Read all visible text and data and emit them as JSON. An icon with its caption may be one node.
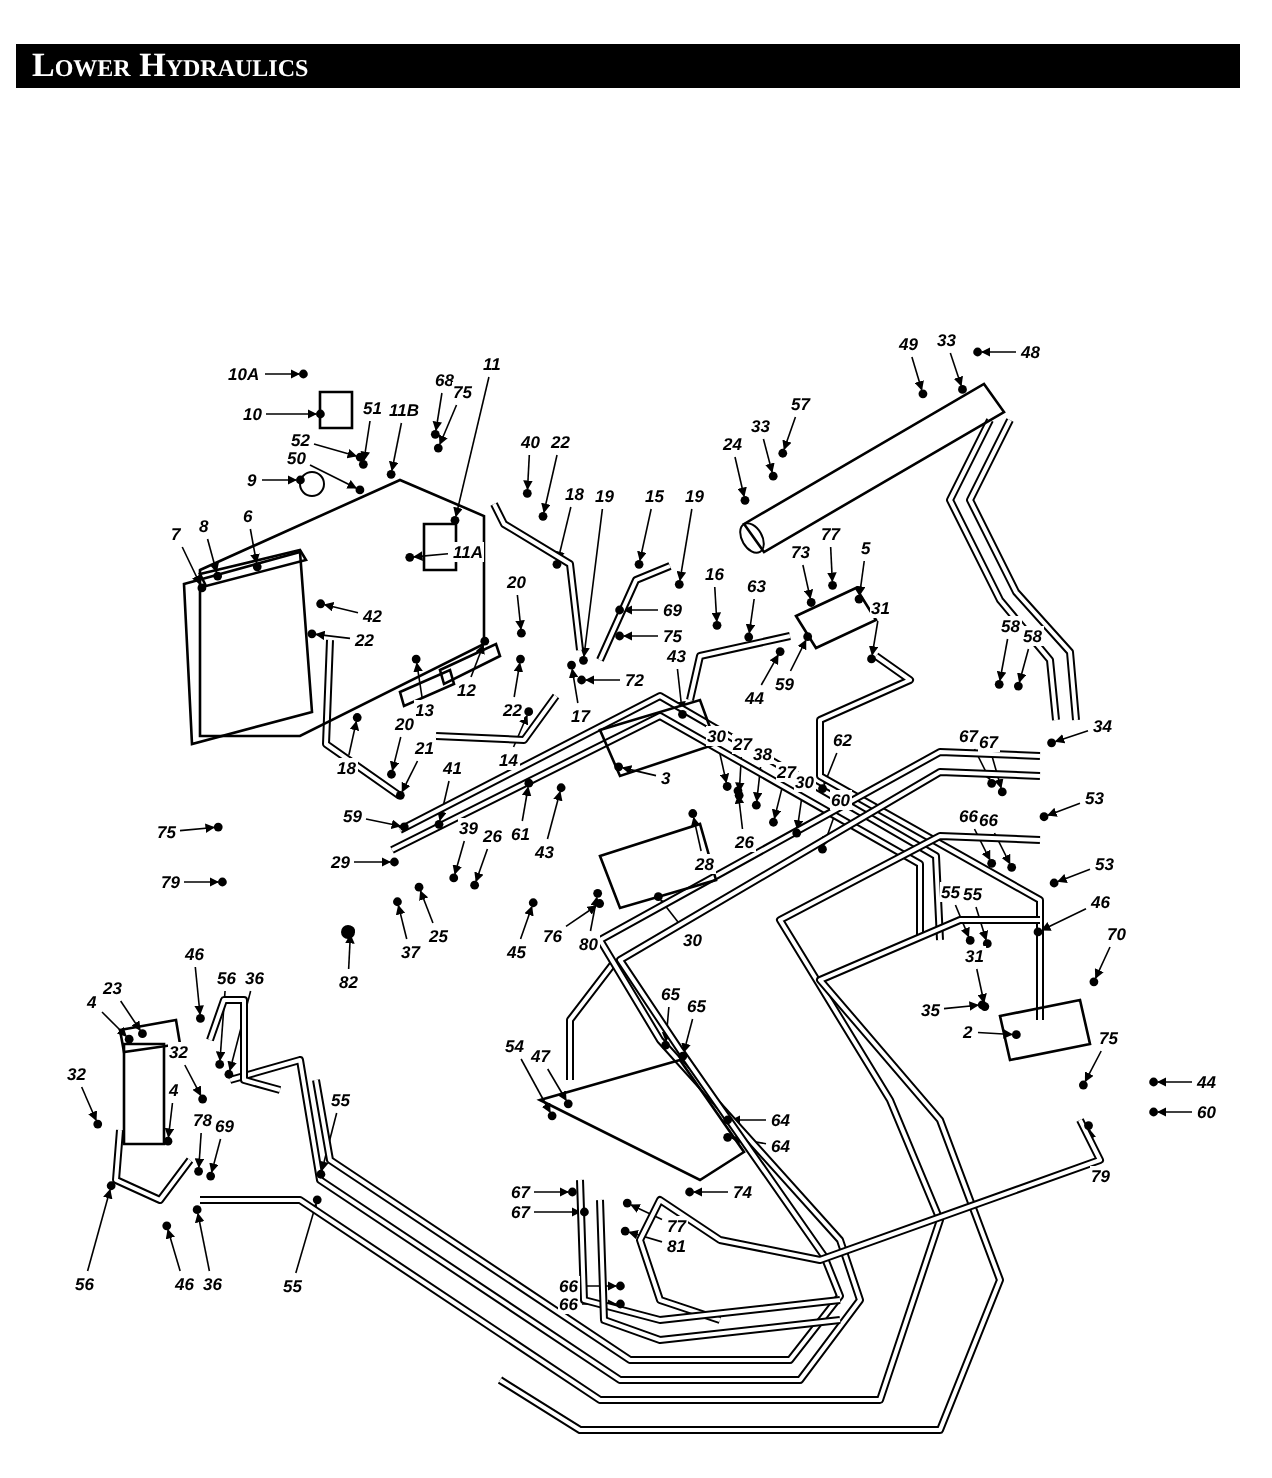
{
  "diagram": {
    "title": "Lower Hydraulics",
    "nodes": [
      {
        "text": [
          "10A"
        ]
      },
      {
        "text": [
          "10"
        ]
      },
      {
        "text": [
          "51"
        ]
      },
      {
        "text": [
          "11B"
        ]
      },
      {
        "text": [
          "68"
        ]
      },
      {
        "text": [
          "75"
        ]
      },
      {
        "text": [
          "11"
        ]
      },
      {
        "text": [
          "52"
        ]
      },
      {
        "text": [
          "50"
        ]
      },
      {
        "text": [
          "9"
        ]
      },
      {
        "text": [
          "40"
        ]
      },
      {
        "text": [
          "22"
        ]
      },
      {
        "text": [
          "18"
        ]
      },
      {
        "text": [
          "19"
        ]
      },
      {
        "text": [
          "15"
        ]
      },
      {
        "text": [
          "19"
        ]
      },
      {
        "text": [
          "7"
        ]
      },
      {
        "text": [
          "8"
        ]
      },
      {
        "text": [
          "6"
        ]
      },
      {
        "text": [
          "11A"
        ]
      },
      {
        "text": [
          "20"
        ]
      },
      {
        "text": [
          "42"
        ]
      },
      {
        "text": [
          "22"
        ]
      },
      {
        "text": [
          "12"
        ]
      },
      {
        "text": [
          "13"
        ]
      },
      {
        "text": [
          "22"
        ]
      },
      {
        "text": [
          "14"
        ]
      },
      {
        "text": [
          "17"
        ]
      },
      {
        "text": [
          "20"
        ]
      },
      {
        "text": [
          "21"
        ]
      },
      {
        "text": [
          "18"
        ]
      },
      {
        "text": [
          "41"
        ]
      },
      {
        "text": [
          "59"
        ]
      },
      {
        "text": [
          "39"
        ]
      },
      {
        "text": [
          "26"
        ]
      },
      {
        "text": [
          "61"
        ]
      },
      {
        "text": [
          "43"
        ]
      },
      {
        "text": [
          "29"
        ]
      },
      {
        "text": [
          "25"
        ]
      },
      {
        "text": [
          "37"
        ]
      },
      {
        "text": [
          "82"
        ]
      },
      {
        "text": [
          "45"
        ]
      },
      {
        "text": [
          "72"
        ]
      },
      {
        "text": [
          "69"
        ]
      },
      {
        "text": [
          "75"
        ]
      },
      {
        "text": [
          "43"
        ]
      },
      {
        "text": [
          "63"
        ]
      },
      {
        "text": [
          "16"
        ]
      },
      {
        "text": [
          "24"
        ]
      },
      {
        "text": [
          "33"
        ]
      },
      {
        "text": [
          "57"
        ]
      },
      {
        "text": [
          "49"
        ]
      },
      {
        "text": [
          "33"
        ]
      },
      {
        "text": [
          "48"
        ]
      },
      {
        "text": [
          "73"
        ]
      },
      {
        "text": [
          "77"
        ]
      },
      {
        "text": [
          "5"
        ]
      },
      {
        "text": [
          "31"
        ]
      },
      {
        "text": [
          "44"
        ]
      },
      {
        "text": [
          "59"
        ]
      },
      {
        "text": [
          "30"
        ]
      },
      {
        "text": [
          "27"
        ]
      },
      {
        "text": [
          "38"
        ]
      },
      {
        "text": [
          "3"
        ]
      },
      {
        "text": [
          "27"
        ]
      },
      {
        "text": [
          "30"
        ]
      },
      {
        "text": [
          "26"
        ]
      },
      {
        "text": [
          "28"
        ]
      },
      {
        "text": [
          "60"
        ]
      },
      {
        "text": [
          "62"
        ]
      },
      {
        "text": [
          "76"
        ]
      },
      {
        "text": [
          "80"
        ]
      },
      {
        "text": [
          "30"
        ]
      },
      {
        "text": [
          "58"
        ]
      },
      {
        "text": [
          "58"
        ]
      },
      {
        "text": [
          "34"
        ]
      },
      {
        "text": [
          "53"
        ]
      },
      {
        "text": [
          "53"
        ]
      },
      {
        "text": [
          "67"
        ]
      },
      {
        "text": [
          "67"
        ]
      },
      {
        "text": [
          "66"
        ]
      },
      {
        "text": [
          "66"
        ]
      },
      {
        "text": [
          "55"
        ]
      },
      {
        "text": [
          "55"
        ]
      },
      {
        "text": [
          "46"
        ]
      },
      {
        "text": [
          "70"
        ]
      },
      {
        "text": [
          "31"
        ]
      },
      {
        "text": [
          "35"
        ]
      },
      {
        "text": [
          "2"
        ]
      },
      {
        "text": [
          "75"
        ]
      },
      {
        "text": [
          "44"
        ]
      },
      {
        "text": [
          "60"
        ]
      },
      {
        "text": [
          "79"
        ]
      },
      {
        "text": [
          "65"
        ]
      },
      {
        "text": [
          "65"
        ]
      },
      {
        "text": [
          "54"
        ]
      },
      {
        "text": [
          "47"
        ]
      },
      {
        "text": [
          "64"
        ]
      },
      {
        "text": [
          "64"
        ]
      },
      {
        "text": [
          "67"
        ]
      },
      {
        "text": [
          "67"
        ]
      },
      {
        "text": [
          "74"
        ]
      },
      {
        "text": [
          "77"
        ]
      },
      {
        "text": [
          "81"
        ]
      },
      {
        "text": [
          "66"
        ]
      },
      {
        "text": [
          "66"
        ]
      },
      {
        "text": [
          "23"
        ]
      },
      {
        "text": [
          "4"
        ]
      },
      {
        "text": [
          "46"
        ]
      },
      {
        "text": [
          "56"
        ]
      },
      {
        "text": [
          "36"
        ]
      },
      {
        "text": [
          "32"
        ]
      },
      {
        "text": [
          "32"
        ]
      },
      {
        "text": [
          "4"
        ]
      },
      {
        "text": [
          "78"
        ]
      },
      {
        "text": [
          "69"
        ]
      },
      {
        "text": [
          "55"
        ]
      },
      {
        "text": [
          "56"
        ]
      },
      {
        "text": [
          "46"
        ]
      },
      {
        "text": [
          "36"
        ]
      },
      {
        "text": [
          "55"
        ]
      },
      {
        "text": [
          "75"
        ]
      },
      {
        "text": [
          "79"
        ]
      },
      {
        "text": [],
        "shape": "circle"
      },
      {
        "text": [],
        "shape": "circle"
      },
      {
        "text": [],
        "shape": "circle"
      },
      {
        "text": [],
        "shape": "circle"
      },
      {
        "text": [],
        "shape": "circle"
      },
      {
        "text": [],
        "shape": "circle"
      },
      {
        "text": [],
        "shape": "circle"
      },
      {
        "text": [],
        "shape": "circle"
      },
      {
        "text": [],
        "shape": "circle"
      },
      {
        "text": [],
        "shape": "circle"
      },
      {
        "text": [],
        "shape": "circle"
      },
      {
        "text": [],
        "shape": "circle"
      },
      {
        "text": [],
        "shape": "circle"
      },
      {
        "text": [],
        "shape": "circle"
      },
      {
        "text": [],
        "shape": "circle"
      },
      {
        "text": [],
        "shape": "circle"
      },
      {
        "text": [],
        "shape": "circle"
      },
      {
        "text": [],
        "shape": "circle"
      },
      {
        "text": [],
        "shape": "circle"
      },
      {
        "text": [],
        "shape": "circle"
      },
      {
        "text": [],
        "shape": "circle"
      },
      {
        "text": [],
        "shape": "circle"
      },
      {
        "text": [],
        "shape": "circle"
      },
      {
        "text": [],
        "shape": "circle"
      },
      {
        "text": [],
        "shape": "circle"
      },
      {
        "text": [],
        "shape": "circle"
      },
      {
        "text": [],
        "shape": "circle"
      },
      {
        "text": [],
        "shape": "circle"
      },
      {
        "text": [],
        "shape": "circle"
      },
      {
        "text": [],
        "shape": "circle"
      },
      {
        "text": [],
        "shape": "circle"
      },
      {
        "text": [],
        "shape": "circle"
      },
      {
        "text": [],
        "shape": "circle"
      },
      {
        "text": [],
        "shape": "circle"
      },
      {
        "text": [],
        "shape": "circle"
      },
      {
        "text": [],
        "shape": "circle"
      },
      {
        "text": [],
        "shape": "circle"
      },
      {
        "text": [],
        "shape": "circle"
      },
      {
        "text": [],
        "shape": "circle"
      },
      {
        "text": [],
        "shape": "circle"
      },
      {
        "text": [],
        "shape": "circle"
      },
      {
        "text": [],
        "shape": "circle"
      },
      {
        "text": [],
        "shape": "circle"
      },
      {
        "text": [],
        "shape": "circle"
      },
      {
        "text": [],
        "shape": "circle"
      },
      {
        "text": [],
        "shape": "circle"
      },
      {
        "text": [],
        "shape": "circle"
      },
      {
        "text": [],
        "shape": "circle"
      },
      {
        "text": [],
        "shape": "circle"
      },
      {
        "text": [],
        "shape": "circle"
      },
      {
        "text": [],
        "shape": "circle"
      },
      {
        "text": [],
        "shape": "circle"
      },
      {
        "text": [],
        "shape": "circle"
      },
      {
        "text": [],
        "shape": "circle"
      },
      {
        "text": [],
        "shape": "circle"
      },
      {
        "text": [],
        "shape": "circle"
      },
      {
        "text": [],
        "shape": "circle"
      },
      {
        "text": [],
        "shape": "circle"
      },
      {
        "text": [],
        "shape": "circle"
      },
      {
        "text": [],
        "shape": "circle"
      },
      {
        "text": [],
        "shape": "circle"
      },
      {
        "text": [],
        "shape": "circle"
      },
      {
        "text": [],
        "shape": "circle"
      },
      {
        "text": [],
        "shape": "circle"
      },
      {
        "text": [],
        "shape": "circle"
      },
      {
        "text": [],
        "shape": "circle"
      },
      {
        "text": [],
        "shape": "circle"
      },
      {
        "text": [],
        "shape": "circle"
      },
      {
        "text": [],
        "shape": "circle"
      },
      {
        "text": [],
        "shape": "circle"
      },
      {
        "text": [],
        "shape": "circle"
      },
      {
        "text": [],
        "shape": "circle"
      },
      {
        "text": [],
        "shape": "circle"
      },
      {
        "text": [],
        "shape": "circle"
      },
      {
        "text": [],
        "shape": "circle"
      },
      {
        "text": [],
        "shape": "circle"
      },
      {
        "text": [],
        "shape": "circle"
      },
      {
        "text": [],
        "shape": "circle"
      },
      {
        "text": [],
        "shape": "circle"
      },
      {
        "text": [],
        "shape": "circle"
      },
      {
        "text": [],
        "shape": "circle"
      },
      {
        "text": [],
        "shape": "circle"
      },
      {
        "text": [],
        "shape": "circle"
      },
      {
        "text": [],
        "shape": "circle"
      },
      {
        "text": [],
        "shape": "circle"
      },
      {
        "text": [],
        "shape": "circle"
      },
      {
        "text": [],
        "shape": "circle"
      },
      {
        "text": [],
        "shape": "circle"
      },
      {
        "text": [],
        "shape": "circle"
      },
      {
        "text": [],
        "shape": "circle"
      },
      {
        "text": [],
        "shape": "circle"
      },
      {
        "text": [],
        "shape": "circle"
      },
      {
        "text": [],
        "shape": "circle"
      },
      {
        "text": [],
        "shape": "circle"
      },
      {
        "text": [],
        "shape": "circle"
      },
      {
        "text": [],
        "shape": "circle"
      },
      {
        "text": [],
        "shape": "circle"
      },
      {
        "text": [],
        "shape": "circle"
      },
      {
        "text": [],
        "shape": "circle"
      },
      {
        "text": [],
        "shape": "circle"
      },
      {
        "text": [],
        "shape": "circle"
      },
      {
        "text": [],
        "shape": "circle"
      },
      {
        "text": [],
        "shape": "circle"
      },
      {
        "text": [],
        "shape": "circle"
      },
      {
        "text": [],
        "shape": "circle"
      },
      {
        "text": [],
        "shape": "circle"
      },
      {
        "text": [],
        "shape": "circle"
      },
      {
        "text": [],
        "shape": "circle"
      },
      {
        "text": [],
        "shape": "circle"
      },
      {
        "text": [],
        "shape": "circle"
      },
      {
        "text": [],
        "shape": "circle"
      },
      {
        "text": [],
        "shape": "circle"
      },
      {
        "text": [],
        "shape": "circle"
      },
      {
        "text": [],
        "shape": "circle"
      },
      {
        "text": [],
        "shape": "circle"
      },
      {
        "text": [],
        "shape": "circle"
      },
      {
        "text": [],
        "shape": "circle"
      },
      {
        "text": [],
        "shape": "circle"
      },
      {
        "text": [],
        "shape": "circle"
      },
      {
        "text": [],
        "shape": "circle"
      },
      {
        "text": [],
        "shape": "circle"
      },
      {
        "text": [],
        "shape": "circle"
      },
      {
        "text": [],
        "shape": "circle"
      }
    ],
    "edges": [
      {
        "from": 0,
        "to": 123,
        "arrow": "to"
      },
      {
        "from": 1,
        "to": 124,
        "arrow": "to"
      },
      {
        "from": 2,
        "to": 125,
        "arrow": "to"
      },
      {
        "from": 3,
        "to": 126,
        "arrow": "to"
      },
      {
        "from": 4,
        "to": 127,
        "arrow": "to"
      },
      {
        "from": 5,
        "to": 128,
        "arrow": "to"
      },
      {
        "from": 6,
        "to": 129,
        "arrow": "to"
      },
      {
        "from": 7,
        "to": 130,
        "arrow": "to"
      },
      {
        "from": 8,
        "to": 131,
        "arrow": "to"
      },
      {
        "from": 9,
        "to": 132,
        "arrow": "to"
      },
      {
        "from": 10,
        "to": 133,
        "arrow": "to"
      },
      {
        "from": 11,
        "to": 134,
        "arrow": "to"
      },
      {
        "from": 12,
        "to": 135,
        "arrow": "to"
      },
      {
        "from": 13,
        "to": 136,
        "arrow": "to"
      },
      {
        "from": 14,
        "to": 137,
        "arrow": "to"
      },
      {
        "from": 15,
        "to": 138,
        "arrow": "to"
      },
      {
        "from": 16,
        "to": 139,
        "arrow": "to"
      },
      {
        "from": 17,
        "to": 140,
        "arrow": "to"
      },
      {
        "from": 18,
        "to": 141,
        "arrow": "to"
      },
      {
        "from": 19,
        "to": 142,
        "arrow": "to"
      },
      {
        "from": 20,
        "to": 143,
        "arrow": "to"
      },
      {
        "from": 21,
        "to": 144,
        "arrow": "to"
      },
      {
        "from": 22,
        "to": 145,
        "arrow": "to"
      },
      {
        "from": 23,
        "to": 146,
        "arrow": "to"
      },
      {
        "from": 24,
        "to": 147,
        "arrow": "to"
      },
      {
        "from": 25,
        "to": 148,
        "arrow": "to"
      },
      {
        "from": 26,
        "to": 149,
        "arrow": "to"
      },
      {
        "from": 27,
        "to": 150,
        "arrow": "to"
      },
      {
        "from": 28,
        "to": 151,
        "arrow": "to"
      },
      {
        "from": 29,
        "to": 152,
        "arrow": "to"
      },
      {
        "from": 30,
        "to": 153,
        "arrow": "to"
      },
      {
        "from": 31,
        "to": 154,
        "arrow": "to"
      },
      {
        "from": 32,
        "to": 155,
        "arrow": "to"
      },
      {
        "from": 33,
        "to": 156,
        "arrow": "to"
      },
      {
        "from": 34,
        "to": 157,
        "arrow": "to"
      },
      {
        "from": 35,
        "to": 158,
        "arrow": "to"
      },
      {
        "from": 36,
        "to": 159,
        "arrow": "to"
      },
      {
        "from": 37,
        "to": 160,
        "arrow": "to"
      },
      {
        "from": 38,
        "to": 161,
        "arrow": "to"
      },
      {
        "from": 39,
        "to": 162,
        "arrow": "to"
      },
      {
        "from": 40,
        "to": 163,
        "arrow": "to"
      },
      {
        "from": 41,
        "to": 164,
        "arrow": "to"
      },
      {
        "from": 42,
        "to": 165,
        "arrow": "to"
      },
      {
        "from": 43,
        "to": 166,
        "arrow": "to"
      },
      {
        "from": 44,
        "to": 167,
        "arrow": "to"
      },
      {
        "from": 45,
        "to": 168,
        "arrow": "to"
      },
      {
        "from": 46,
        "to": 169,
        "arrow": "to"
      },
      {
        "from": 47,
        "to": 170,
        "arrow": "to"
      },
      {
        "from": 48,
        "to": 171,
        "arrow": "to"
      },
      {
        "from": 49,
        "to": 172,
        "arrow": "to"
      },
      {
        "from": 50,
        "to": 173,
        "arrow": "to"
      },
      {
        "from": 51,
        "to": 174,
        "arrow": "to"
      },
      {
        "from": 52,
        "to": 175,
        "arrow": "to"
      },
      {
        "from": 53,
        "to": 176,
        "arrow": "to"
      },
      {
        "from": 54,
        "to": 177,
        "arrow": "to"
      },
      {
        "from": 55,
        "to": 178,
        "arrow": "to"
      },
      {
        "from": 56,
        "to": 179,
        "arrow": "to"
      },
      {
        "from": 57,
        "to": 180,
        "arrow": "to"
      },
      {
        "from": 58,
        "to": 181,
        "arrow": "to"
      },
      {
        "from": 59,
        "to": 182,
        "arrow": "to"
      },
      {
        "from": 60,
        "to": 183,
        "arrow": "to"
      },
      {
        "from": 61,
        "to": 184,
        "arrow": "to"
      },
      {
        "from": 62,
        "to": 185,
        "arrow": "to"
      },
      {
        "from": 63,
        "to": 186,
        "arrow": "to"
      },
      {
        "from": 64,
        "to": 187,
        "arrow": "to"
      },
      {
        "from": 65,
        "to": 188,
        "arrow": "to"
      },
      {
        "from": 66,
        "to": 189,
        "arrow": "to"
      },
      {
        "from": 67,
        "to": 190,
        "arrow": "to"
      },
      {
        "from": 68,
        "to": 191,
        "arrow": "to"
      },
      {
        "from": 69,
        "to": 192,
        "arrow": "to"
      },
      {
        "from": 70,
        "to": 193,
        "arrow": "to"
      },
      {
        "from": 71,
        "to": 194,
        "arrow": "to"
      },
      {
        "from": 72,
        "to": 195,
        "arrow": "to"
      },
      {
        "from": 73,
        "to": 196,
        "arrow": "to"
      },
      {
        "from": 74,
        "to": 197,
        "arrow": "to"
      },
      {
        "from": 75,
        "to": 198,
        "arrow": "to"
      },
      {
        "from": 76,
        "to": 199,
        "arrow": "to"
      },
      {
        "from": 77,
        "to": 200,
        "arrow": "to"
      },
      {
        "from": 78,
        "to": 201,
        "arrow": "to"
      },
      {
        "from": 79,
        "to": 202,
        "arrow": "to"
      },
      {
        "from": 80,
        "to": 203,
        "arrow": "to"
      },
      {
        "from": 81,
        "to": 204,
        "arrow": "to"
      },
      {
        "from": 82,
        "to": 205,
        "arrow": "to"
      },
      {
        "from": 83,
        "to": 206,
        "arrow": "to"
      },
      {
        "from": 84,
        "to": 207,
        "arrow": "to"
      },
      {
        "from": 85,
        "to": 208,
        "arrow": "to"
      },
      {
        "from": 86,
        "to": 209,
        "arrow": "to"
      },
      {
        "from": 87,
        "to": 210,
        "arrow": "to"
      },
      {
        "from": 88,
        "to": 211,
        "arrow": "to"
      },
      {
        "from": 89,
        "to": 212,
        "arrow": "to"
      },
      {
        "from": 90,
        "to": 213,
        "arrow": "to"
      },
      {
        "from": 91,
        "to": 214,
        "arrow": "to"
      },
      {
        "from": 92,
        "to": 215,
        "arrow": "to"
      },
      {
        "from": 93,
        "to": 216,
        "arrow": "to"
      },
      {
        "from": 94,
        "to": 217,
        "arrow": "to"
      },
      {
        "from": 95,
        "to": 218,
        "arrow": "to"
      },
      {
        "from": 96,
        "to": 219,
        "arrow": "to"
      },
      {
        "from": 97,
        "to": 220,
        "arrow": "to"
      },
      {
        "from": 98,
        "to": 221,
        "arrow": "to"
      },
      {
        "from": 99,
        "to": 222,
        "arrow": "to"
      },
      {
        "from": 100,
        "to": 223,
        "arrow": "to"
      },
      {
        "from": 101,
        "to": 224,
        "arrow": "to"
      },
      {
        "from": 102,
        "to": 225,
        "arrow": "to"
      },
      {
        "from": 103,
        "to": 226,
        "arrow": "to"
      },
      {
        "from": 104,
        "to": 227,
        "arrow": "to"
      },
      {
        "from": 105,
        "to": 228,
        "arrow": "to"
      },
      {
        "from": 106,
        "to": 229,
        "arrow": "to"
      },
      {
        "from": 107,
        "to": 230,
        "arrow": "to"
      },
      {
        "from": 108,
        "to": 231,
        "arrow": "to"
      },
      {
        "from": 109,
        "to": 232,
        "arrow": "to"
      },
      {
        "from": 110,
        "to": 233,
        "arrow": "to"
      },
      {
        "from": 111,
        "to": 234,
        "arrow": "to"
      },
      {
        "from": 112,
        "to": 235,
        "arrow": "to"
      },
      {
        "from": 113,
        "to": 236,
        "arrow": "to"
      },
      {
        "from": 114,
        "to": 237,
        "arrow": "to"
      },
      {
        "from": 115,
        "to": 238,
        "arrow": "to"
      },
      {
        "from": 116,
        "to": 239,
        "arrow": "to"
      },
      {
        "from": 117,
        "to": 240,
        "arrow": "to"
      },
      {
        "from": 118,
        "to": 241,
        "arrow": "to"
      },
      {
        "from": 119,
        "to": 242,
        "arrow": "to"
      },
      {
        "from": 120,
        "to": 243,
        "arrow": "to"
      },
      {
        "from": 121,
        "to": 244,
        "arrow": "to"
      },
      {
        "from": 122,
        "to": 245,
        "arrow": "to"
      }
    ]
  }
}
